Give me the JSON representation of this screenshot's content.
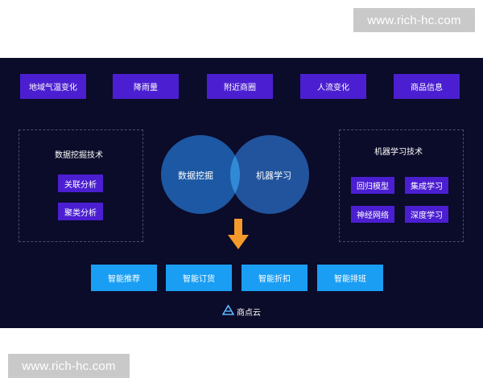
{
  "watermark": "www.rich-hc.com",
  "top_factors": [
    "地域气温变化",
    "降雨量",
    "附近商圈",
    "人流变化",
    "商品信息"
  ],
  "left_box": {
    "title": "数据挖掘技术",
    "items": [
      "关联分析",
      "聚类分析"
    ]
  },
  "right_box": {
    "title": "机器学习技术",
    "items": [
      "回归模型",
      "集成学习",
      "神经网络",
      "深度学习"
    ]
  },
  "venn": {
    "left_label": "数据挖掘",
    "right_label": "机器学习"
  },
  "outputs": [
    "智能推荐",
    "智能订货",
    "智能折扣",
    "智能排班"
  ],
  "logo": {
    "icon": "triangle-logo-icon",
    "text": "商点云"
  },
  "colors": {
    "background": "#0b0b2a",
    "chip": "#4b1fd1",
    "output": "#1a9ef3",
    "circle": "#1e5fae",
    "arrow": "#f39a2b"
  }
}
